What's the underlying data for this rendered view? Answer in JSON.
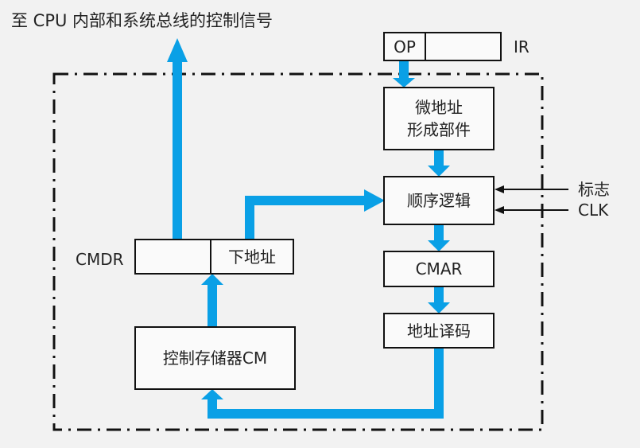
{
  "title": "至 CPU 内部和系统总线的控制信号",
  "ir": {
    "op_label": "OP",
    "name": "IR"
  },
  "blocks": {
    "micro_addr_gen_line1": "微地址",
    "micro_addr_gen_line2": "形成部件",
    "sequence_logic": "顺序逻辑",
    "cmar": "CMAR",
    "addr_decode": "地址译码",
    "control_store": "控制存储器CM",
    "next_addr": "下地址"
  },
  "labels": {
    "cmdr": "CMDR",
    "flags": "标志",
    "clk": "CLK"
  },
  "colors": {
    "bus": "#0aa0e6",
    "border": "#111111",
    "background": "#f2f2f2"
  }
}
